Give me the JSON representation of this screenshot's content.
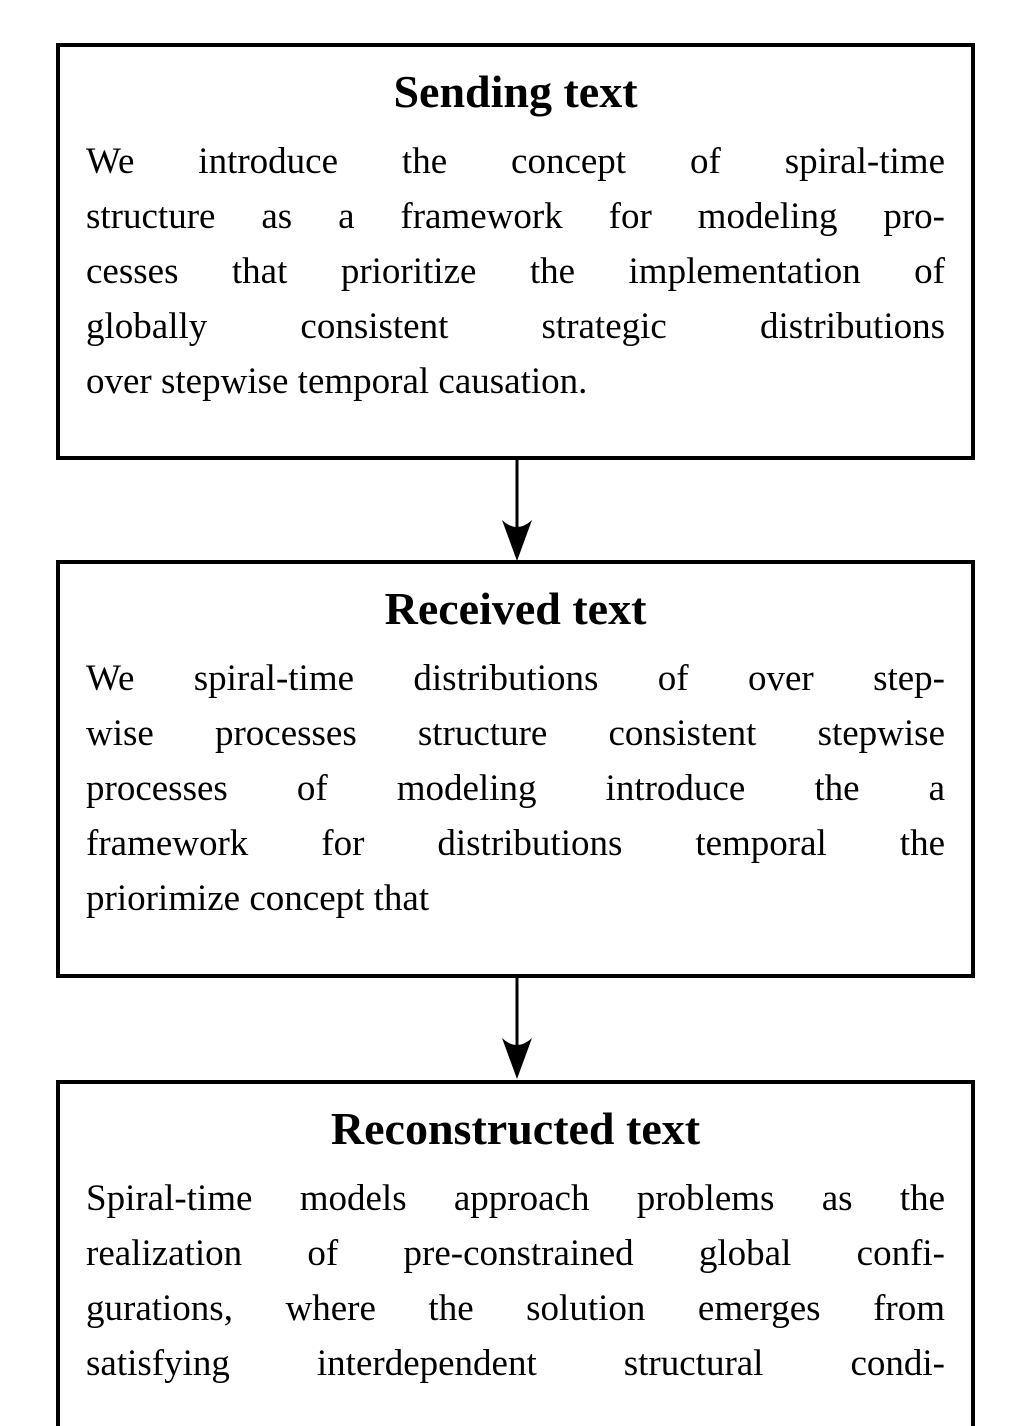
{
  "page": {
    "background_color": "#ffffff",
    "line_color": "#000000",
    "text_color": "#000000"
  },
  "diagram": {
    "boxes": [
      {
        "id": "sending",
        "title": "Sending text",
        "lines": [
          "We introduce the concept of spiral-time",
          "structure as a framework for modeling pro-",
          "cesses that prioritize the implementation of",
          "globally consistent strategic distributions",
          "over stepwise temporal causation."
        ],
        "last_line_align": "left"
      },
      {
        "id": "received",
        "title": "Received text",
        "lines": [
          "We spiral-time distributions of over step-",
          "wise processes structure consistent stepwise",
          "processes of modeling introduce the a",
          "framework for distributions temporal the",
          "priorimize concept that"
        ],
        "last_line_align": "left"
      },
      {
        "id": "reconstructed",
        "title": "Reconstructed text",
        "lines": [
          "Spiral-time models approach problems as the",
          "realization of pre-constrained global confi-",
          "gurations, where the solution emerges from",
          "satisfying interdependent structural condi-"
        ],
        "last_line_align": "justify"
      }
    ],
    "connectors": [
      {
        "from": "sending",
        "to": "received",
        "type": "arrow-down"
      },
      {
        "from": "received",
        "to": "reconstructed",
        "type": "arrow-down"
      }
    ]
  }
}
